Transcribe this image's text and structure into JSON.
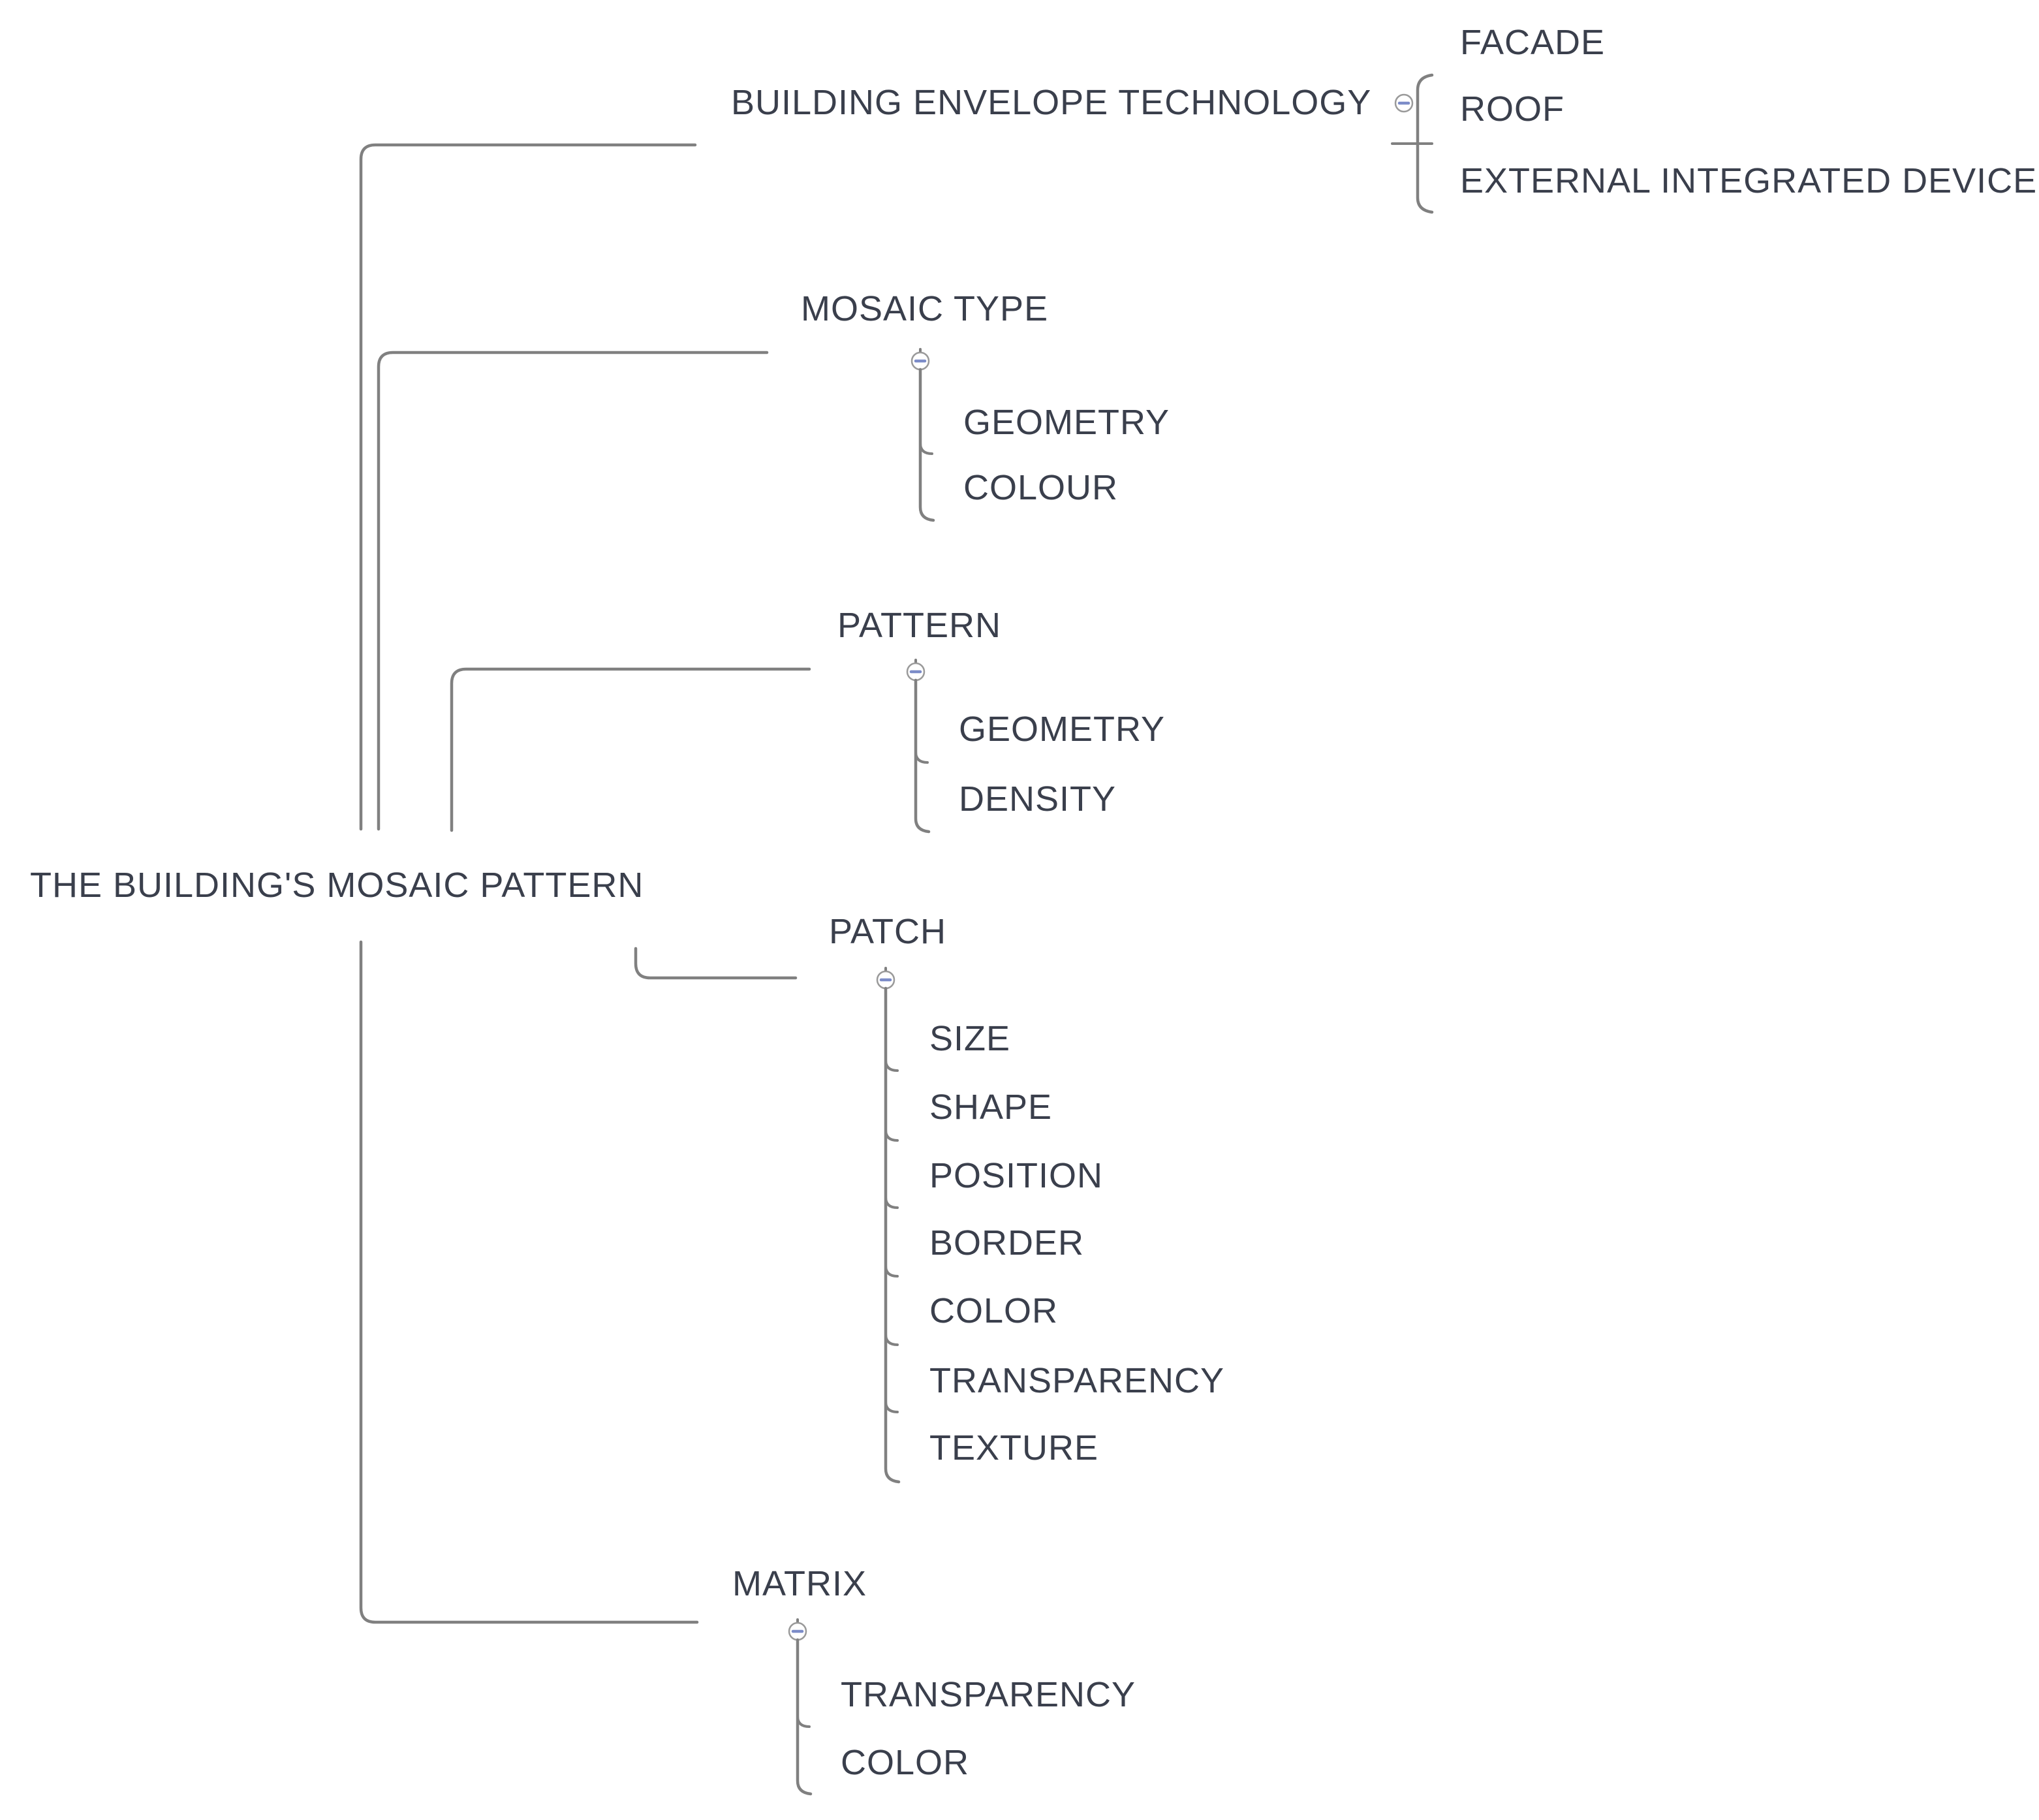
{
  "diagram": {
    "root": {
      "label": "THE BUILDING'S MOSAIC PATTERN"
    },
    "branches": [
      {
        "label": "BUILDING ENVELOPE TECHNOLOGY",
        "toggle_state": "expanded",
        "children": [
          {
            "label": "FACADE"
          },
          {
            "label": "ROOF"
          },
          {
            "label": "EXTERNAL INTEGRATED DEVICE"
          }
        ]
      },
      {
        "label": "MOSAIC TYPE",
        "toggle_state": "expanded",
        "children": [
          {
            "label": "GEOMETRY"
          },
          {
            "label": "COLOUR"
          }
        ]
      },
      {
        "label": "PATTERN",
        "toggle_state": "expanded",
        "children": [
          {
            "label": "GEOMETRY"
          },
          {
            "label": "DENSITY"
          }
        ]
      },
      {
        "label": "PATCH",
        "toggle_state": "expanded",
        "children": [
          {
            "label": "SIZE"
          },
          {
            "label": "SHAPE"
          },
          {
            "label": "POSITION"
          },
          {
            "label": "BORDER"
          },
          {
            "label": "COLOR"
          },
          {
            "label": "TRANSPARENCY"
          },
          {
            "label": "TEXTURE"
          }
        ]
      },
      {
        "label": "MATRIX",
        "toggle_state": "expanded",
        "children": [
          {
            "label": "TRANSPARENCY"
          },
          {
            "label": "COLOR"
          }
        ]
      }
    ]
  },
  "icons": {
    "toggle": "minus-circle-icon"
  },
  "colors": {
    "background": "#ffffff",
    "text": "#3a3f4c",
    "line": "#808080",
    "toggle_ring": "#9a9a9a",
    "toggle_fill": "#ffffff",
    "toggle_minus": "#7c8cc8"
  }
}
